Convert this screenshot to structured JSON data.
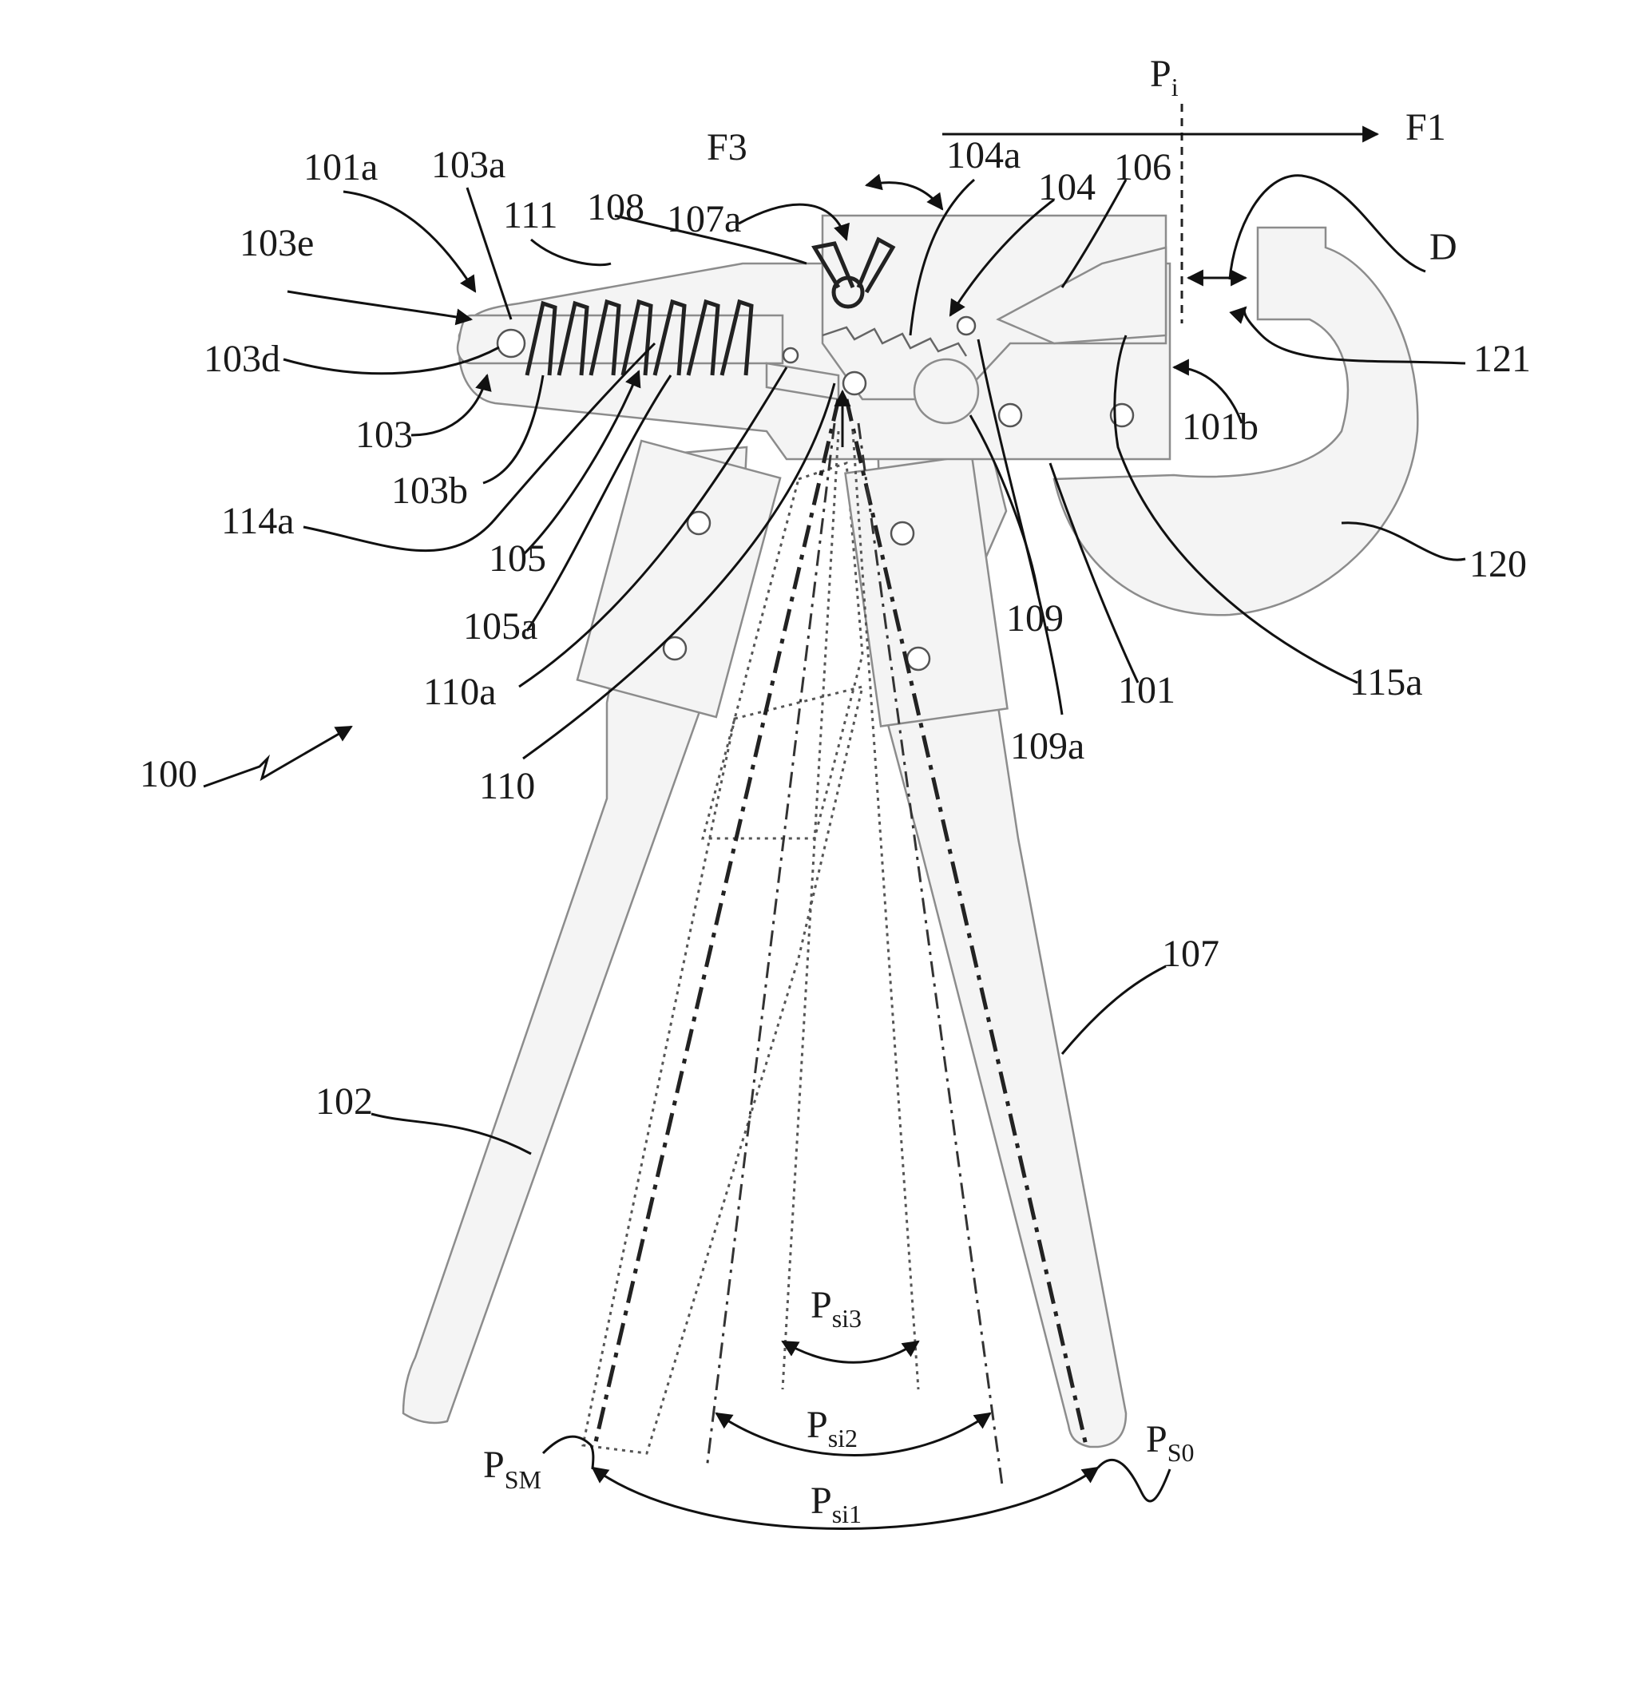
{
  "labels": {
    "l100": "100",
    "l101": "101",
    "l101a": "101a",
    "l101b": "101b",
    "l102": "102",
    "l103": "103",
    "l103a": "103a",
    "l103b": "103b",
    "l103d": "103d",
    "l103e": "103e",
    "l104": "104",
    "l104a": "104a",
    "l105": "105",
    "l105a": "105a",
    "l106": "106",
    "l107": "107",
    "l107a": "107a",
    "l108": "108",
    "l109": "109",
    "l109a": "109a",
    "l110": "110",
    "l110a": "110a",
    "l111": "111",
    "l114a": "114a",
    "l115a": "115a",
    "l120": "120",
    "l121": "121",
    "F1": "F1",
    "F3": "F3",
    "D": "D",
    "Pi_main": "P",
    "Pi_sub": "i",
    "PSM_main": "P",
    "PSM_sub": "SM",
    "PS0_main": "P",
    "PS0_sub": "S0",
    "Psi1_main": "P",
    "Psi1_sub": "si1",
    "Psi2_main": "P",
    "Psi2_sub": "si2",
    "Psi3_main": "P",
    "Psi3_sub": "si3"
  },
  "colors": {
    "ink": "#1a1a1a",
    "part_outline": "#8c8c8c",
    "part_fill": "#f4f4f4"
  }
}
